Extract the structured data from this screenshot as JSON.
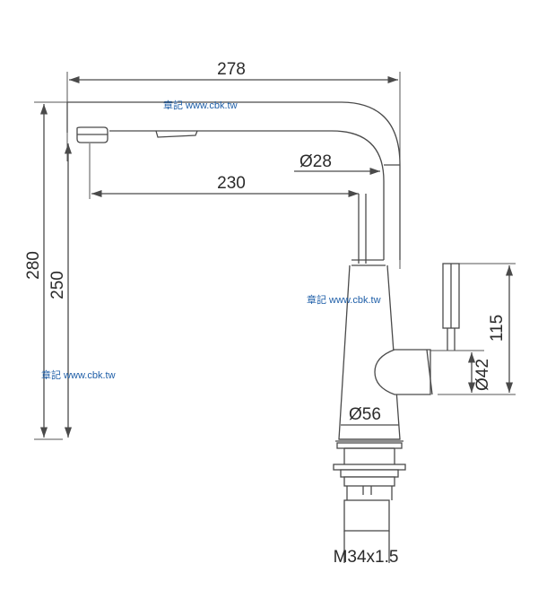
{
  "dimensions": {
    "total_width": "278",
    "spout_reach": "230",
    "spout_diameter": "Ø28",
    "total_height": "280",
    "spout_height": "250",
    "lever_height": "115",
    "handle_diameter": "Ø42",
    "base_diameter": "Ø56",
    "thread": "M34x1.5"
  },
  "watermarks": {
    "top": "章記 www.cbk.tw",
    "middle": "章記 www.cbk.tw",
    "left": "章記 www.cbk.tw"
  },
  "colors": {
    "line": "#4a4a4a",
    "watermark": "#1f5fa8"
  }
}
